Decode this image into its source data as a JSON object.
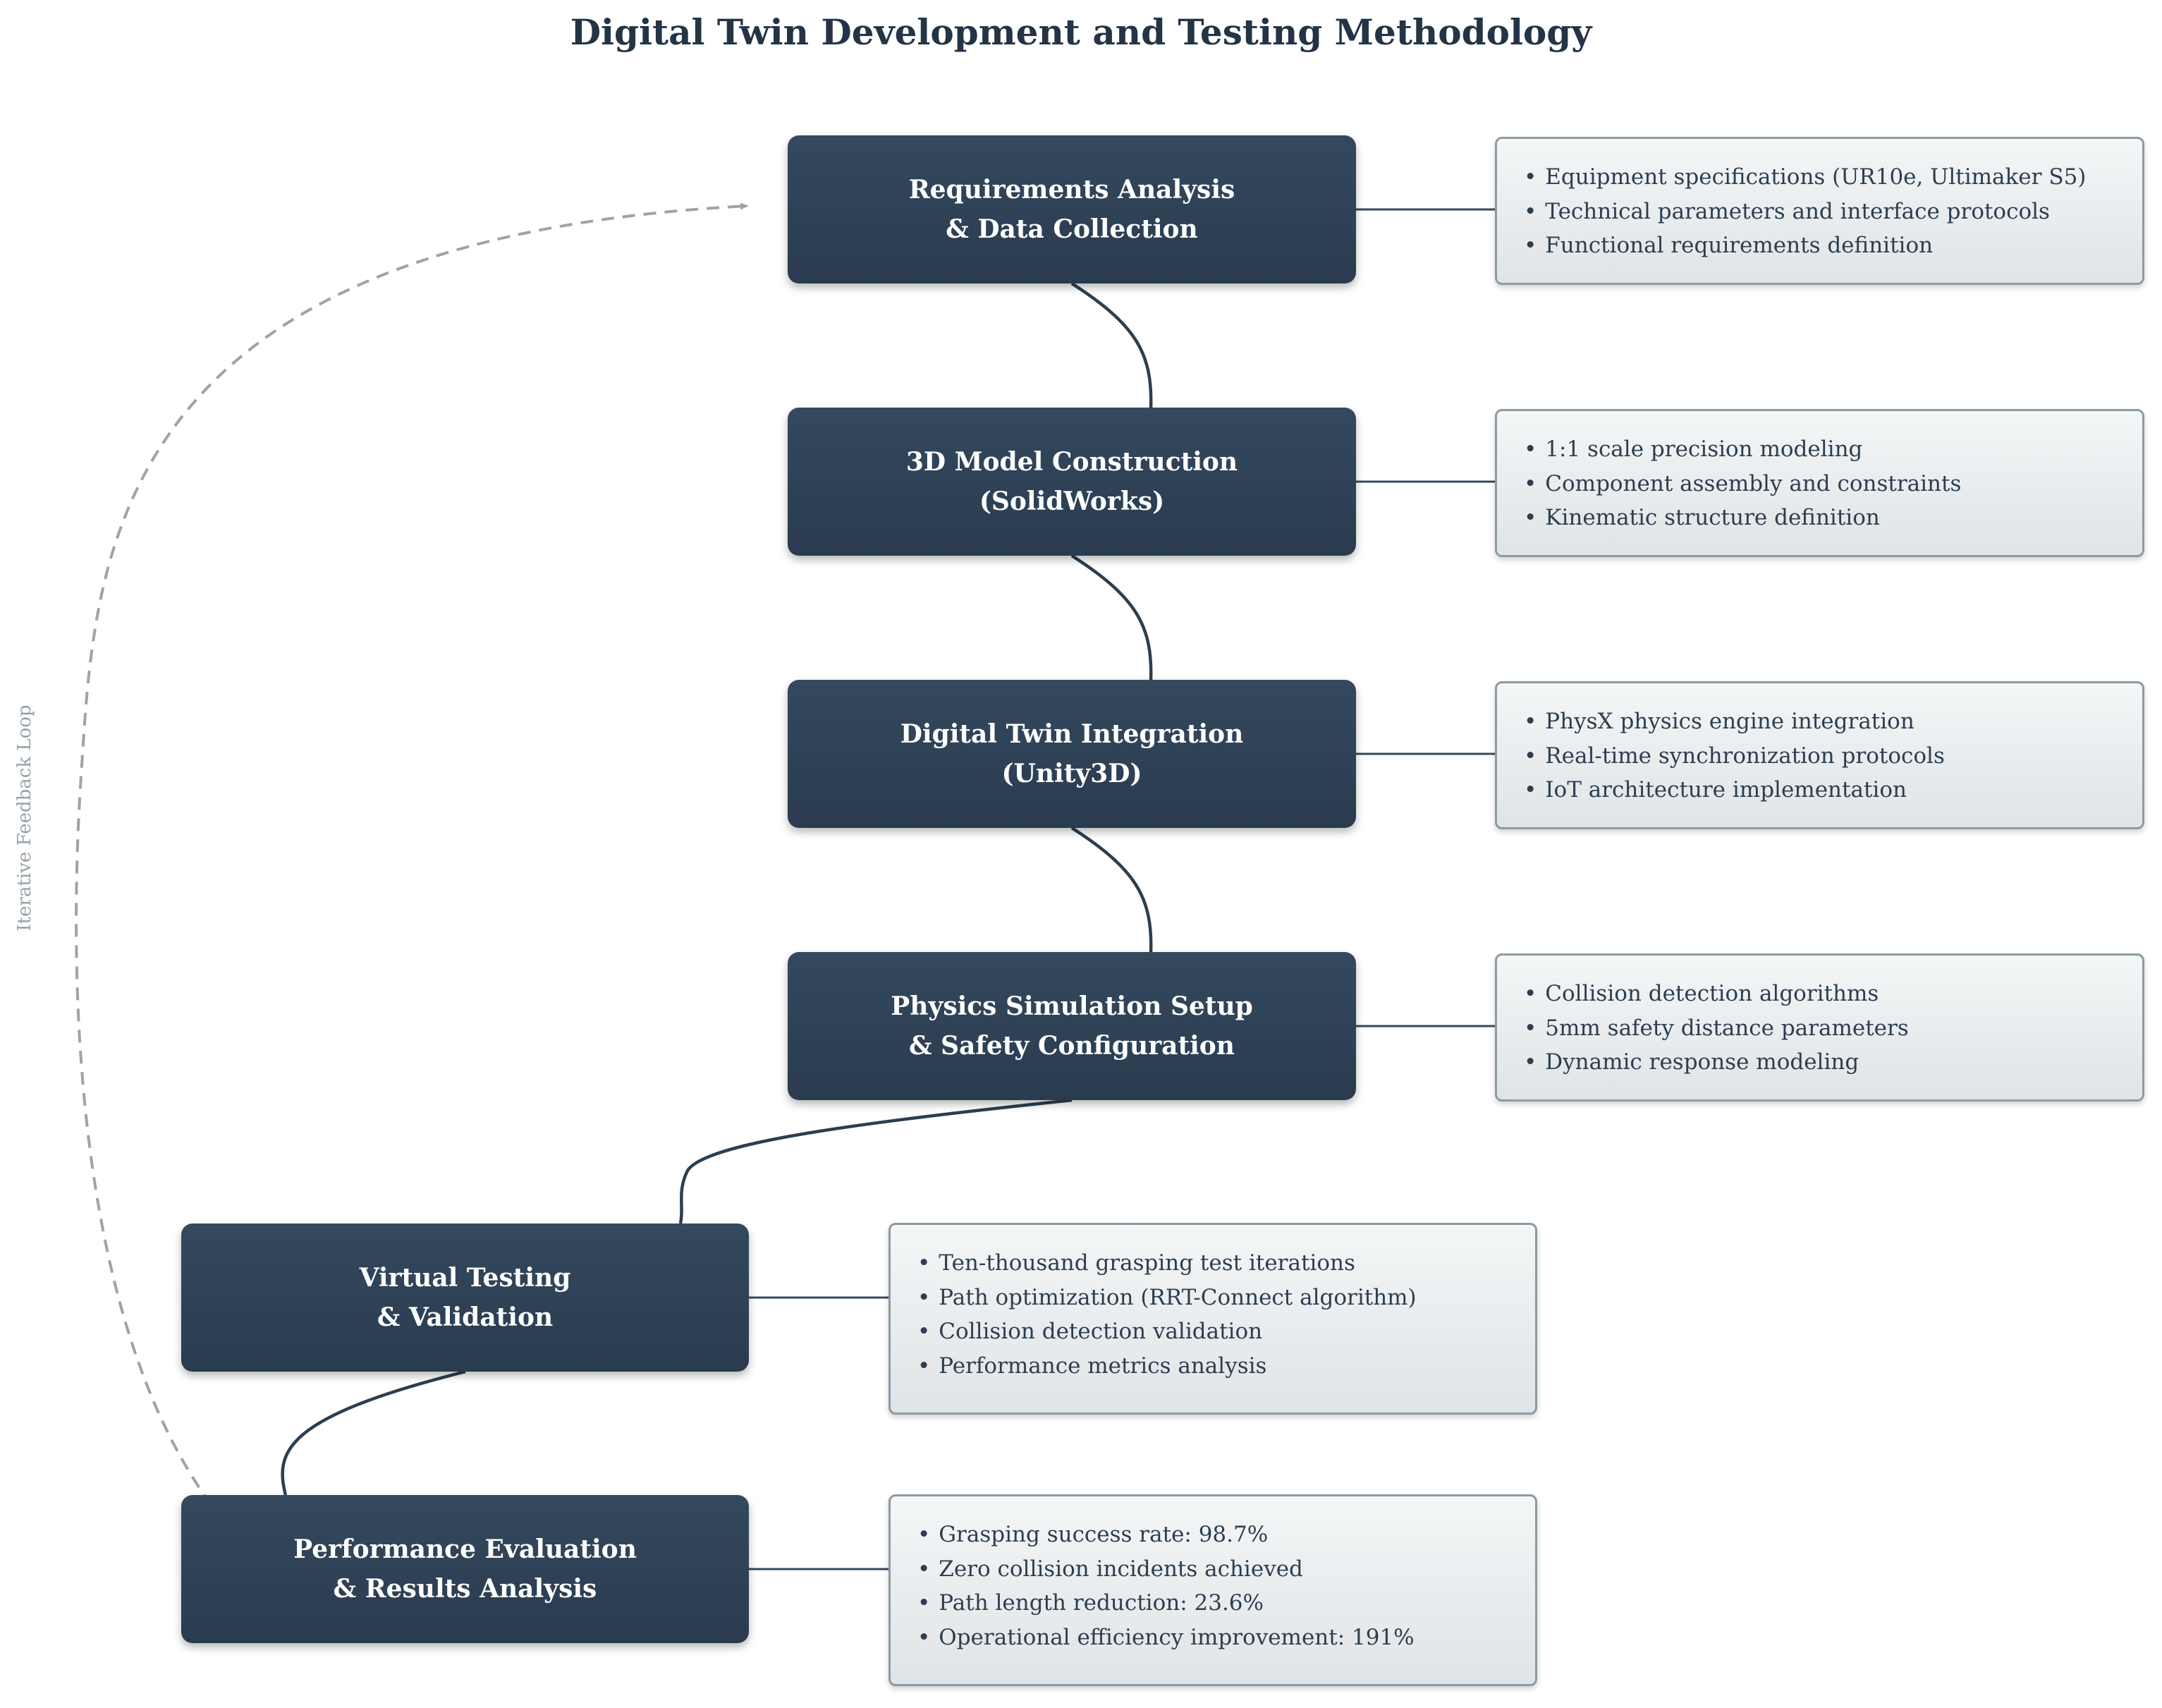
{
  "title": "Digital Twin Development and Testing Methodology",
  "loop_label": "Iterative Feedback Loop",
  "colors": {
    "step_fill": "#2c3e50",
    "details_fill": "#e8ecee",
    "details_border": "#8e9aa3",
    "connector": "#2c3e50",
    "feedback_loop": "#9aa5a8"
  },
  "steps": [
    {
      "lines": [
        "Requirements Analysis",
        "& Data Collection"
      ],
      "details": [
        "Equipment specifications (UR10e, Ultimaker S5)",
        "Technical parameters and interface protocols",
        "Functional requirements definition"
      ]
    },
    {
      "lines": [
        "3D Model Construction",
        "(SolidWorks)"
      ],
      "details": [
        "1:1 scale precision modeling",
        "Component assembly and constraints",
        "Kinematic structure definition"
      ]
    },
    {
      "lines": [
        "Digital Twin Integration",
        "(Unity3D)"
      ],
      "details": [
        "PhysX physics engine integration",
        "Real-time synchronization protocols",
        "IoT architecture implementation"
      ]
    },
    {
      "lines": [
        "Physics Simulation Setup",
        "& Safety Configuration"
      ],
      "details": [
        "Collision detection algorithms",
        "5mm safety distance parameters",
        "Dynamic response modeling"
      ]
    },
    {
      "lines": [
        "Virtual Testing",
        "& Validation"
      ],
      "details": [
        "Ten-thousand grasping test iterations",
        "Path optimization (RRT-Connect algorithm)",
        "Collision detection validation",
        "Performance metrics analysis"
      ]
    },
    {
      "lines": [
        "Performance Evaluation",
        "& Results Analysis"
      ],
      "details": [
        "Grasping success rate: 98.7%",
        "Zero collision incidents achieved",
        "Path length reduction: 23.6%",
        "Operational efficiency improvement: 191%"
      ]
    }
  ]
}
